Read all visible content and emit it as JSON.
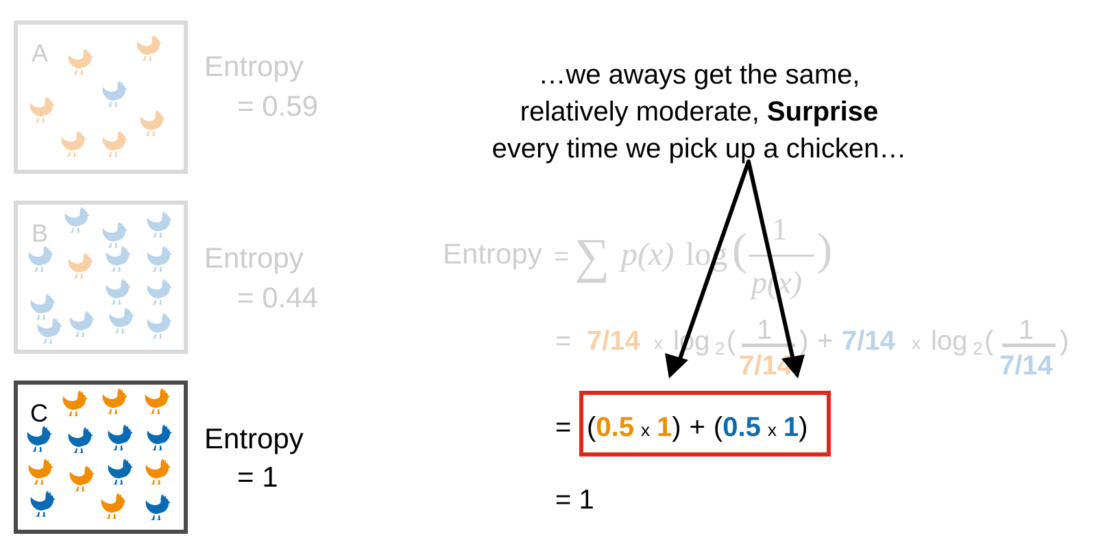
{
  "boxes": [
    {
      "letter": "A",
      "entropy_word": "Entropy",
      "entropy_value": "= 0.59",
      "orange_count": 6,
      "blue_count": 1,
      "state": "faded"
    },
    {
      "letter": "B",
      "entropy_word": "Entropy",
      "entropy_value": "= 0.44",
      "orange_count": 1,
      "blue_count": 13,
      "state": "faded"
    },
    {
      "letter": "C",
      "entropy_word": "Entropy",
      "entropy_value": "= 1",
      "orange_count": 7,
      "blue_count": 7,
      "state": "active"
    }
  ],
  "caption": {
    "line1": "…we aways get the same,",
    "line2_pre": "relatively moderate, ",
    "line2_bold": "Surprise",
    "line3": "every time we pick up a chicken…"
  },
  "formula": {
    "word": "Entropy",
    "eq": "=",
    "sum": "∑",
    "px": "p(x)",
    "log": "log",
    "lparen": "(",
    "rparen": ")",
    "num": "1",
    "den": "p(x)"
  },
  "line2": {
    "eq": "=",
    "p1": "7/14",
    "times": "x",
    "log": "log",
    "sub": "2",
    "lparen": "(",
    "rparen": ")",
    "plus": "+",
    "p2": "7/14",
    "num": "1",
    "den": "7/14"
  },
  "line3": {
    "eq": "=",
    "open": "(",
    "a1": "0.5",
    "times": "x",
    "b1": "1",
    "close": ")",
    "plus": "+",
    "a2": "0.5",
    "b2": "1"
  },
  "line4": {
    "text": "= 1"
  },
  "colors": {
    "orange": "#f28c00",
    "blue": "#0a6bb5",
    "light_orange": "#f9cfa5",
    "light_blue": "#b9d3ea",
    "highlight_box": "#e1261c"
  },
  "icons": [
    "chicken-icon",
    "arrow-icon"
  ]
}
